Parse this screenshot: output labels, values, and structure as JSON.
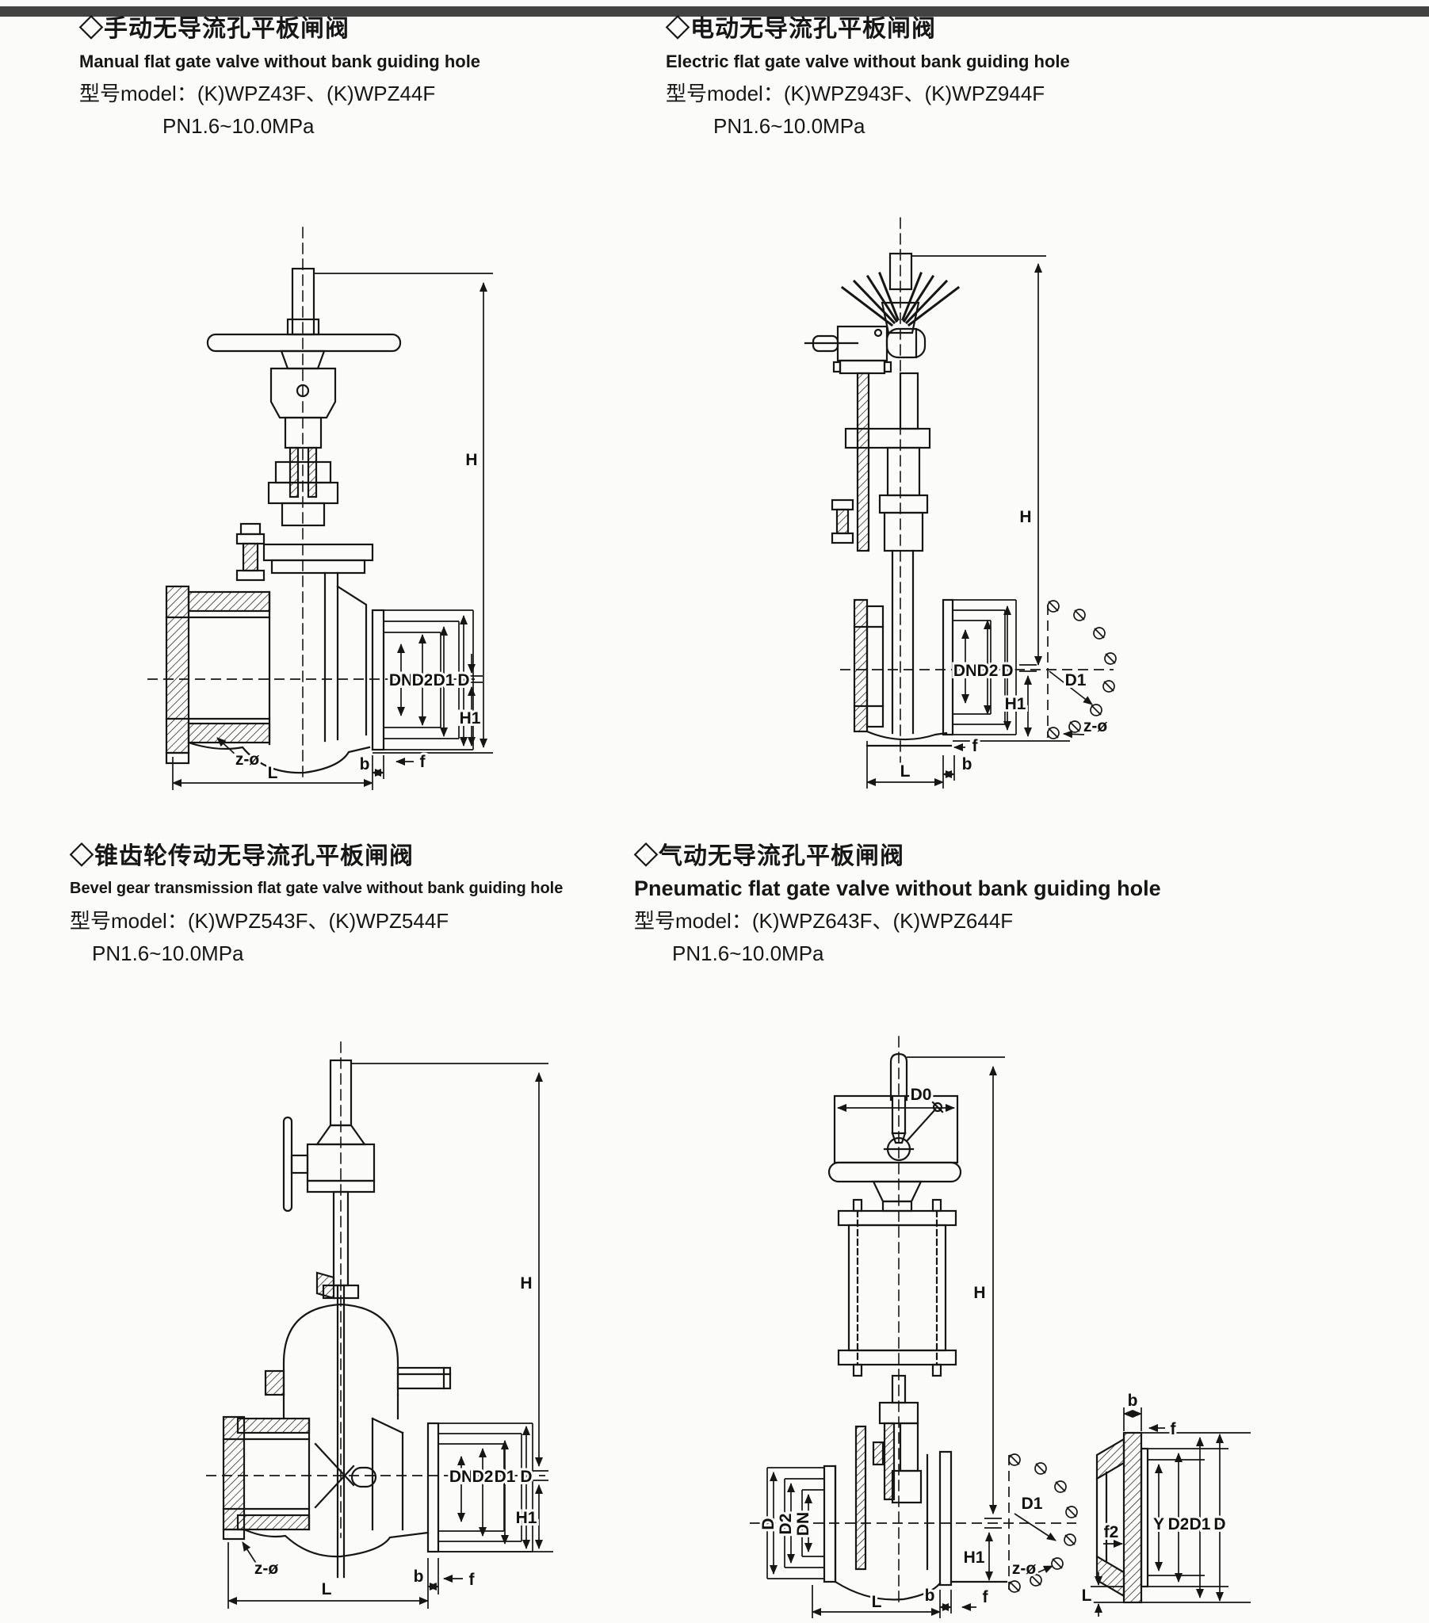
{
  "page": {
    "background": "#fbfbf9",
    "ink": "#161616",
    "scan_bar_color": "#424242"
  },
  "sections": {
    "manual": {
      "title_zh": "◇手动无导流孔平板闸阀",
      "title_en": "Manual flat gate valve without bank guiding hole",
      "model_line": "型号model：(K)WPZ43F、(K)WPZ44F",
      "pn": "PN1.6~10.0MPa"
    },
    "electric": {
      "title_zh": "◇电动无导流孔平板闸阀",
      "title_en": "Electric flat gate valve without bank guiding hole",
      "model_line": "型号model：(K)WPZ943F、(K)WPZ944F",
      "pn": "PN1.6~10.0MPa"
    },
    "bevel": {
      "title_zh": "◇锥齿轮传动无导流孔平板闸阀",
      "title_en": "Bevel gear transmission flat gate valve without bank guiding hole",
      "model_line": "型号model：(K)WPZ543F、(K)WPZ544F",
      "pn": "PN1.6~10.0MPa"
    },
    "pneumatic": {
      "title_zh": "◇气动无导流孔平板闸阀",
      "title_en": "Pneumatic flat gate valve without bank guiding hole",
      "model_line": "型号model：(K)WPZ643F、(K)WPZ644F",
      "pn": "PN1.6~10.0MPa"
    }
  },
  "dims": {
    "H": "H",
    "H1": "H1",
    "DN": "DN",
    "D2": "D2",
    "D1": "D1",
    "D": "D",
    "D0": "D0",
    "L": "L",
    "b": "b",
    "f": "f",
    "f2": "f2",
    "Y": "Y",
    "z_phi": "z-ø"
  }
}
